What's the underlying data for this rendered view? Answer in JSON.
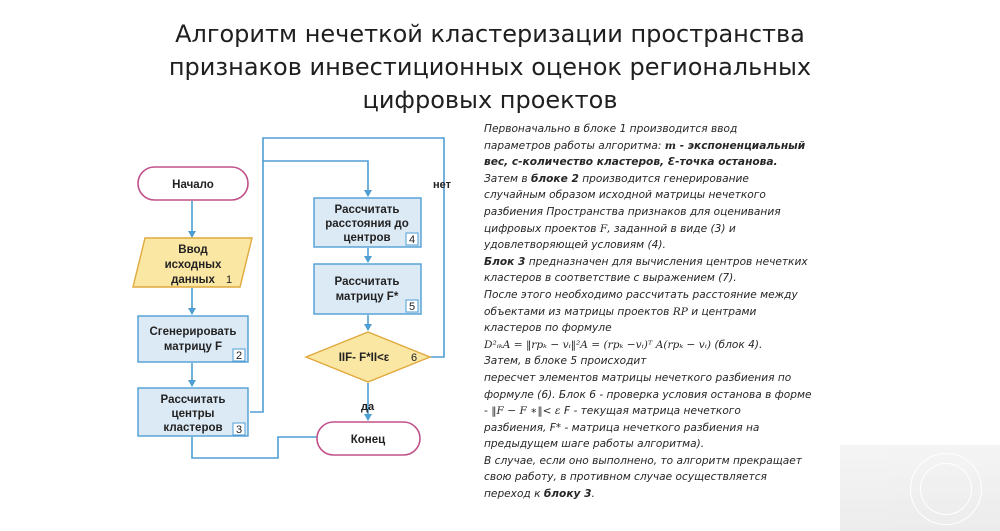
{
  "title": {
    "line1": "Алгоритм нечеткой кластеризации пространства",
    "line2": "признаков инвестиционных оценок региональных",
    "line3": "цифровых проектов"
  },
  "flowchart": {
    "start": "Начало",
    "input": {
      "line1": "Ввод",
      "line2": "исходных",
      "line3": "данных",
      "number": "1"
    },
    "generate": {
      "line1": "Сгенерировать",
      "line2": "матрицу F",
      "number": "2"
    },
    "centers": {
      "line1": "Рассчитать",
      "line2": "центры",
      "line3": "кластеров",
      "number": "3"
    },
    "distances": {
      "line1": "Рассчитать",
      "line2": "расстояния до",
      "line3": "центров",
      "number": "4"
    },
    "matrix": {
      "line1": "Рассчитать",
      "line2": "матрицу F*",
      "number": "5"
    },
    "condition": {
      "text": "IIF- F*II<ε",
      "number": "6"
    },
    "no_label": "нет",
    "yes_label": "да",
    "end": "Конец",
    "colors": {
      "stroke": "#4e9ed4",
      "box_fill": "#dceaf6",
      "terminal_stroke": "#c0508a"
    }
  },
  "description": {
    "l1": "Первоначально в блоке 1 производится ввод",
    "l2a": "параметров работы алгоритма: ",
    "l2m": "m",
    "l2b": " - экспоненциальный",
    "l3": "вес, c-количество кластеров, Ɛ-точка останова.",
    "l4a": "Затем в ",
    "l4b": "блоке 2",
    "l4c": " производится генерирование",
    "l5": "случайным образом исходной матрицы нечеткого",
    "l6": "разбиения Пространства признаков для оценивания",
    "l7a": "цифровых проектов ",
    "l7m": "F",
    "l7b": ", заданной в виде (3) и",
    "l8": "удовлетворяющей условиям (4).",
    "l9a": "Блок 3",
    "l9b": " предназначен для вычисления центров нечетких",
    "l10": "кластеров в соответствие с выражением (7).",
    "l11": "После этого необходимо рассчитать расстояние между",
    "l12a": "объектами из матрицы проектов ",
    "l12m": "RP",
    "l12b": " и центрами",
    "l13": "кластеров по формуле",
    "l14m": "D²ᵢₖA = ‖rpₖ − vᵢ‖²A = (rpₖ −vᵢ)ᵀ A(rpₖ − vᵢ)",
    "l14b": " (блок 4).",
    "l15": "Затем, в блоке 5 происходит",
    "l16": "пересчет элементов матрицы нечеткого разбиения по",
    "l17": "формуле (6). Блок 6 - проверка условия останова в форме",
    "l18a": "- ",
    "l18m": "‖F − F ∗‖< ε",
    "l18b": "   F - текущая матрица нечеткого",
    "l19": "разбиения, F* - матрица нечеткого разбиения на",
    "l20": "предыдущем шаге работы алгоритма).",
    "l21": "В случае, если оно выполнено, то алгоритм прекращает",
    "l22": "свою работу, в противном случае осуществляется",
    "l23a": "переход к ",
    "l23b": "блоку 3",
    "l23c": "."
  }
}
